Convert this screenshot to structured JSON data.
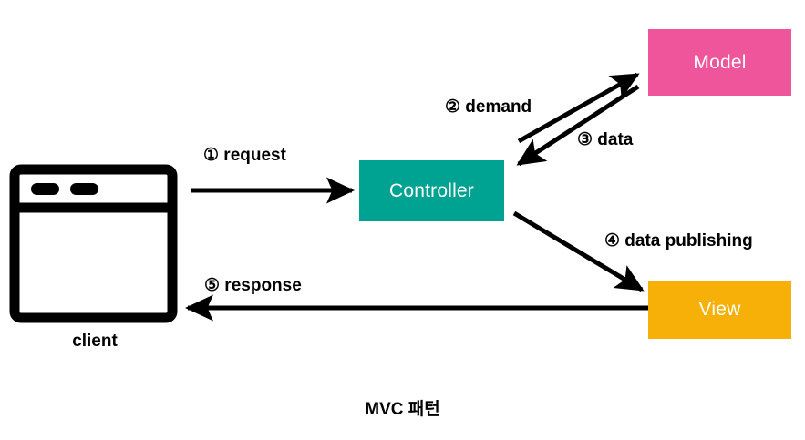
{
  "diagram": {
    "caption": "MVC 패턴",
    "nodes": {
      "client": {
        "label": "client",
        "icon": "browser-window-icon",
        "color": "#000000"
      },
      "controller": {
        "label": "Controller",
        "color": "#00A391",
        "text_color": "#FFFFFF"
      },
      "model": {
        "label": "Model",
        "color": "#EE559B",
        "text_color": "#FFFFFF"
      },
      "view": {
        "label": "View",
        "color": "#F7B008",
        "text_color": "#FFFFFF"
      }
    },
    "edges": [
      {
        "id": "request",
        "label": "① request",
        "from": "client",
        "to": "controller",
        "direction": "right"
      },
      {
        "id": "demand",
        "label": "② demand",
        "from": "controller",
        "to": "model",
        "direction": "up-right"
      },
      {
        "id": "data",
        "label": "③ data",
        "from": "model",
        "to": "controller",
        "direction": "down-left"
      },
      {
        "id": "data-publishing",
        "label": "④ data publishing",
        "from": "controller",
        "to": "view",
        "direction": "down-right"
      },
      {
        "id": "response",
        "label": "⑤ response",
        "from": "view",
        "to": "client",
        "direction": "left"
      }
    ],
    "colors": {
      "background": "#FFFFFF",
      "stroke": "#000000",
      "model": "#EE559B",
      "controller": "#00A391",
      "view": "#F7B008"
    }
  }
}
